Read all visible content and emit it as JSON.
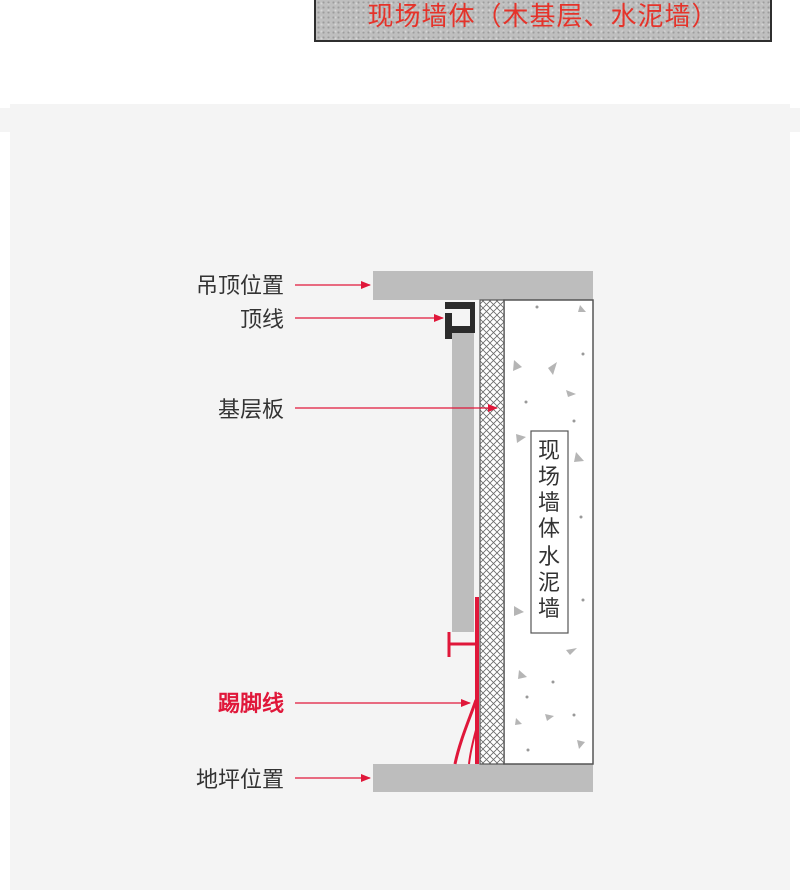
{
  "banner": {
    "title": "现场墙体（木基层、水泥墙）"
  },
  "labels": {
    "ceiling": "吊顶位置",
    "top_molding": "顶线",
    "base_board": "基层板",
    "skirting": "踢脚线",
    "floor": "地坪位置"
  },
  "wall_label": {
    "lines": [
      "现场墙体",
      "水泥墙"
    ]
  },
  "colors": {
    "red": "#e0173a",
    "gray": "#c0c0c0",
    "dark": "#333333"
  }
}
